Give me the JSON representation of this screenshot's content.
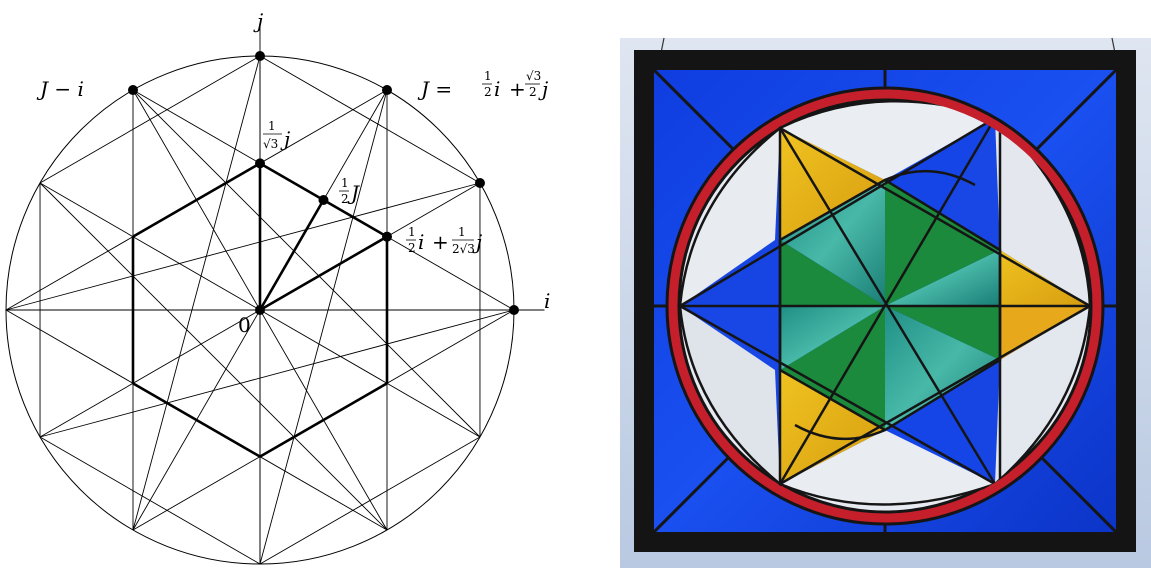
{
  "diagram": {
    "labels": {
      "i": "i",
      "j": "j",
      "origin": "0",
      "j_minus_i": "J − i",
      "J_lhs": "J =",
      "J_term1_i": "i",
      "J_plus": "+",
      "J_term2_j": "j",
      "half_J_sym": "J",
      "inv_sqrt3_j_sym": "j",
      "point_lhs_i": "i",
      "point_plus": "+",
      "point_j": "j"
    },
    "fractions": {
      "one": "1",
      "two": "2",
      "sqrt3": "√3",
      "two_sqrt3": "2√3"
    }
  },
  "photo": {
    "subject": "stained-glass-window",
    "colors": {
      "frame": "#151515",
      "border_blue": "#1446e8",
      "red_ring": "#c41f2b",
      "yellow": "#e6b21a",
      "green": "#1a8a3c",
      "teal": "#2aa59a",
      "clear_glass": "#e6e9ef",
      "lead": "#161616",
      "background_sky": "#c9d6e8"
    }
  }
}
